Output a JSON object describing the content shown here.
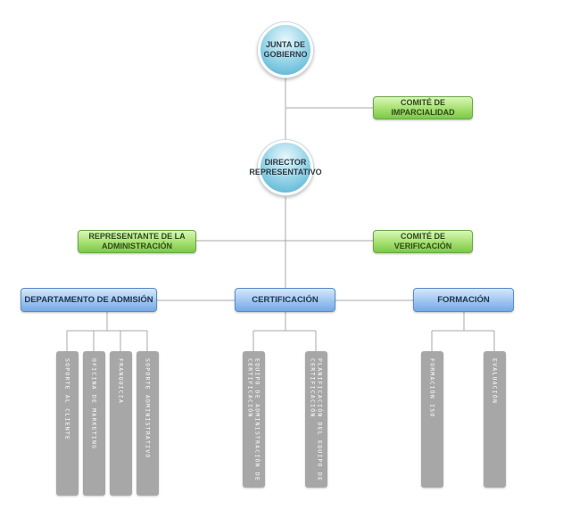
{
  "governing_board": "JUNTA DE GOBIERNO",
  "impartiality_committee": "COMITÉ DE IMPARCIALIDAD",
  "director": "DIRECTOR REPRESENTATIVO",
  "management_representative": "REPRESENTANTE DE LA ADMINISTRACIÓN",
  "verification_committee": "COMITÉ DE VERIFICACIÓN",
  "departments": [
    {
      "label": "DEPARTAMENTO DE ADMISIÓN",
      "units": [
        "SOPORTE AL CLIENTE",
        "OFICINA DE MARKETING",
        "FRANQUICIA",
        "SOPORTE ADMINISTRATIVO"
      ]
    },
    {
      "label": "CERTIFICACIÓN",
      "units": [
        "EQUIPO DE ADMINISTRACIÓN DE CERTIFICACIÓN",
        "PLANIFICACIÓN DEL EQUIPO DE CERTIFICACIÓN"
      ]
    },
    {
      "label": "FORMACIÓN",
      "units": [
        "FORMACIÓN ISO",
        "EVALUACIÓN"
      ]
    }
  ],
  "colors": {
    "circle_node": "#4aaed0",
    "committee_node": "#a5e070",
    "department_node": "#9ec5f1",
    "unit_node": "#a7a7a7",
    "connector": "#a9a9a9"
  }
}
